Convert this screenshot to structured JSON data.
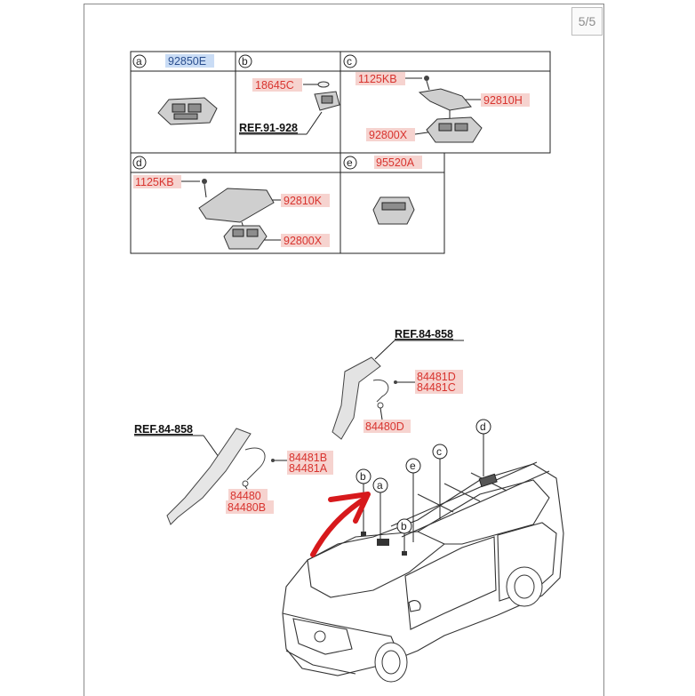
{
  "page_indicator": "5/5",
  "table": {
    "cells": [
      {
        "letter": "a",
        "parts": [
          "92850E"
        ]
      },
      {
        "letter": "b",
        "parts": [
          "18645C"
        ],
        "ref": "REF.91-928"
      },
      {
        "letter": "c",
        "parts": [
          "1125KB",
          "92810H",
          "92800X"
        ]
      },
      {
        "letter": "d",
        "parts": [
          "1125KB",
          "92810K",
          "92800X"
        ]
      },
      {
        "letter": "e",
        "parts": [
          "95520A"
        ]
      }
    ]
  },
  "lower": {
    "ref_upper": "REF.84-858",
    "ref_left": "REF.84-858",
    "upper_parts": [
      "84481D",
      "84481C",
      "84480D"
    ],
    "left_parts": [
      "84481B",
      "84481A",
      "84480",
      "84480B"
    ],
    "callouts": [
      "a",
      "b",
      "b",
      "c",
      "d",
      "e"
    ]
  },
  "colors": {
    "highlight_red": "#f6d3cf",
    "highlight_blue": "#c9dcf5",
    "arrow": "#d7191c",
    "part_text": "#d8342f"
  }
}
